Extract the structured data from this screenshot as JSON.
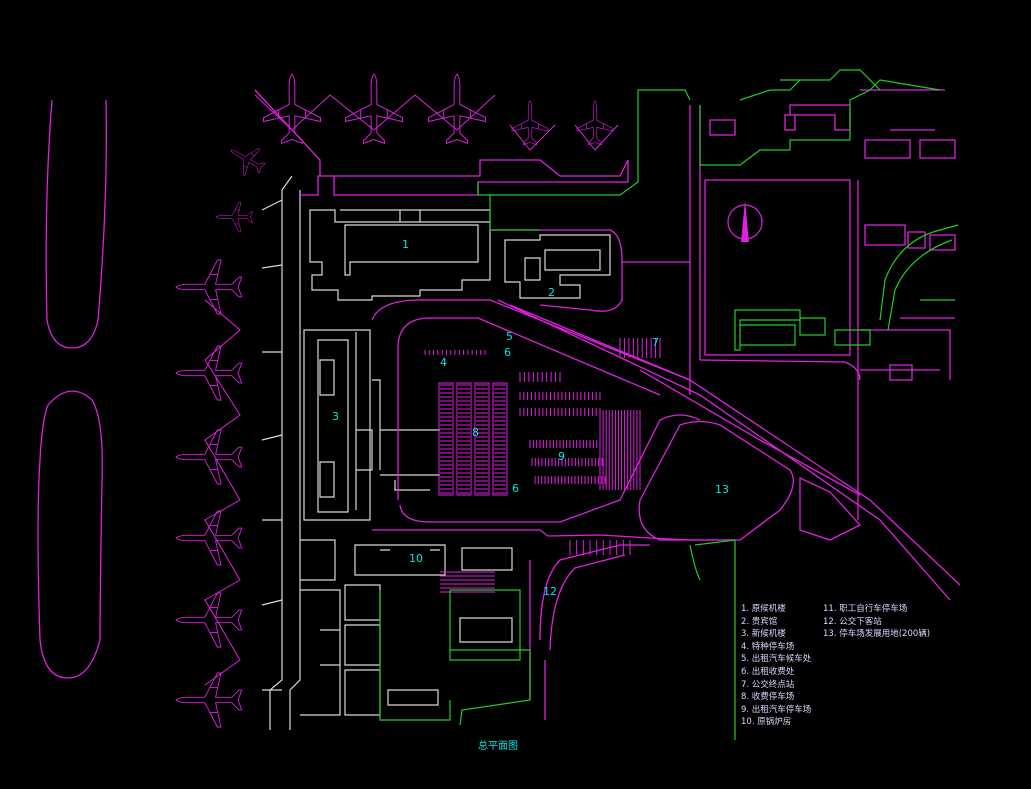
{
  "colors": {
    "background": "#000000",
    "magenta": "#e020e0",
    "white": "#d8d8d8",
    "green": "#22cc22",
    "cyan": "#00e5e5",
    "legend_text": "#d8d8ff"
  },
  "zone_labels": {
    "n1": "1",
    "n2": "2",
    "n3": "3",
    "n4": "4",
    "n5": "5",
    "n6a": "6",
    "n6b": "6",
    "n7": "7",
    "n8": "8",
    "n9": "9",
    "n10": "10",
    "n12": "12",
    "n13": "13"
  },
  "legend": {
    "col1": [
      "1. 原候机楼",
      "2. 贵宾馆",
      "3. 新候机楼",
      "4. 特种停车场",
      "5. 出租汽车候车处",
      "6. 出租收费处",
      "7. 公交终点站",
      "8. 收费停车场",
      "9. 出租汽车停车场",
      "10. 原锅炉房"
    ],
    "col2": [
      "11. 职工自行车停车场",
      "12. 公交下客站",
      "13. 停车场发展用地(200辆)"
    ]
  },
  "caption": "总平面图",
  "icons": {
    "aircraft": "aircraft-icon",
    "north_arrow": "north-arrow-icon"
  }
}
